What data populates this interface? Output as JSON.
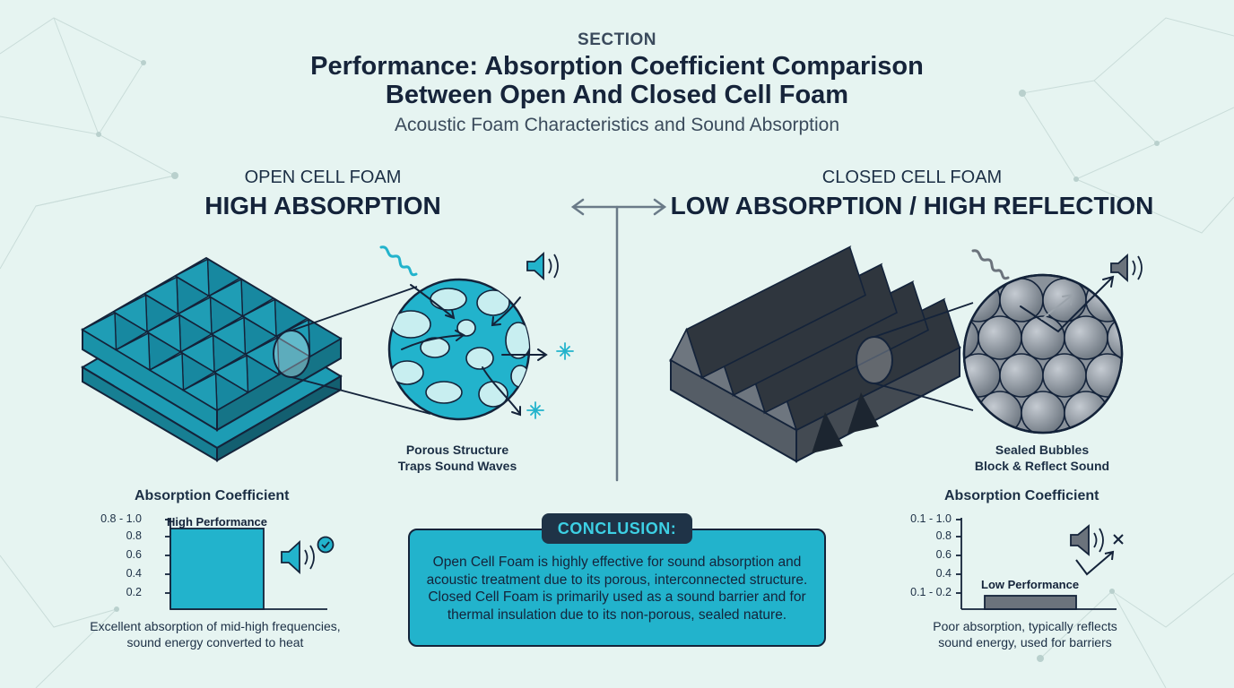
{
  "header": {
    "section_label": "SECTION",
    "title_line1": "Performance: Absorption Coefficient Comparison",
    "title_line2": "Between Open And Closed Cell Foam",
    "subtitle": "Acoustic Foam Characteristics and Sound Absorption"
  },
  "open_cell": {
    "label": "OPEN CELL FOAM",
    "heading": "HIGH ABSORPTION",
    "caption_line1": "Porous Structure",
    "caption_line2": "Traps Sound Waves",
    "chart": {
      "title": "Absorption Coefficient",
      "ticks": [
        "0.8 - 1.0",
        "0.8",
        "0.6",
        "0.4",
        "0.2"
      ],
      "bar_label": "High Performance",
      "value": 0.9,
      "note_line1": "Excellent absorption of mid-high frequencies,",
      "note_line2": "sound energy converted to heat"
    }
  },
  "closed_cell": {
    "label": "CLOSED CELL FOAM",
    "heading": "LOW ABSORPTION / HIGH REFLECTION",
    "caption_line1": "Sealed Bubbles",
    "caption_line2": "Block & Reflect Sound",
    "chart": {
      "title": "Absorption Coefficient",
      "ticks": [
        "0.1 - 1.0",
        "0.8",
        "0.6",
        "0.4",
        "0.1 - 0.2"
      ],
      "bar_label": "Low Performance",
      "value": 0.15,
      "note_line1": "Poor absorption, typically reflects",
      "note_line2": "sound energy, used for barriers"
    }
  },
  "conclusion": {
    "tag": "CONCLUSION:",
    "text": "Open Cell Foam is highly effective for sound absorption and acoustic treatment due to its porous, interconnected structure. Closed Cell Foam is primarily used as a sound barrier and for thermal insulation due to its non-porous, sealed nature."
  },
  "colors": {
    "background": "#e6f4f1",
    "open_foam": "#22b3cc",
    "closed_foam": "#5e6670",
    "dark": "#14233a"
  }
}
